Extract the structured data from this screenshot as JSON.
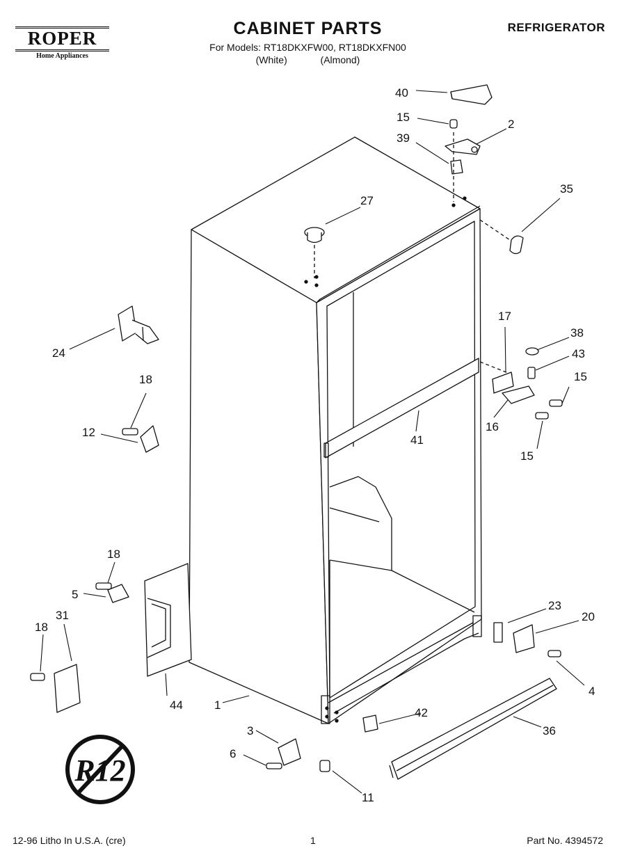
{
  "header": {
    "brand": "ROPER",
    "brand_subtitle": "Home Appliances",
    "title": "CABINET PARTS",
    "models_line": "For Models: RT18DKXFW00, RT18DKXFN00",
    "variant_white": "(White)",
    "variant_almond": "(Almond)",
    "category": "REFRIGERATOR"
  },
  "callouts": [
    "40",
    "15",
    "2",
    "39",
    "35",
    "27",
    "24",
    "18",
    "12",
    "17",
    "38",
    "43",
    "15",
    "16",
    "41",
    "15",
    "18",
    "5",
    "18",
    "31",
    "44",
    "1",
    "23",
    "20",
    "4",
    "42",
    "36",
    "3",
    "6",
    "11"
  ],
  "badge_text": "R12",
  "footer": {
    "left": "12-96 Litho In U.S.A. (cre)",
    "page": "1",
    "right": "Part No. 4394572"
  }
}
